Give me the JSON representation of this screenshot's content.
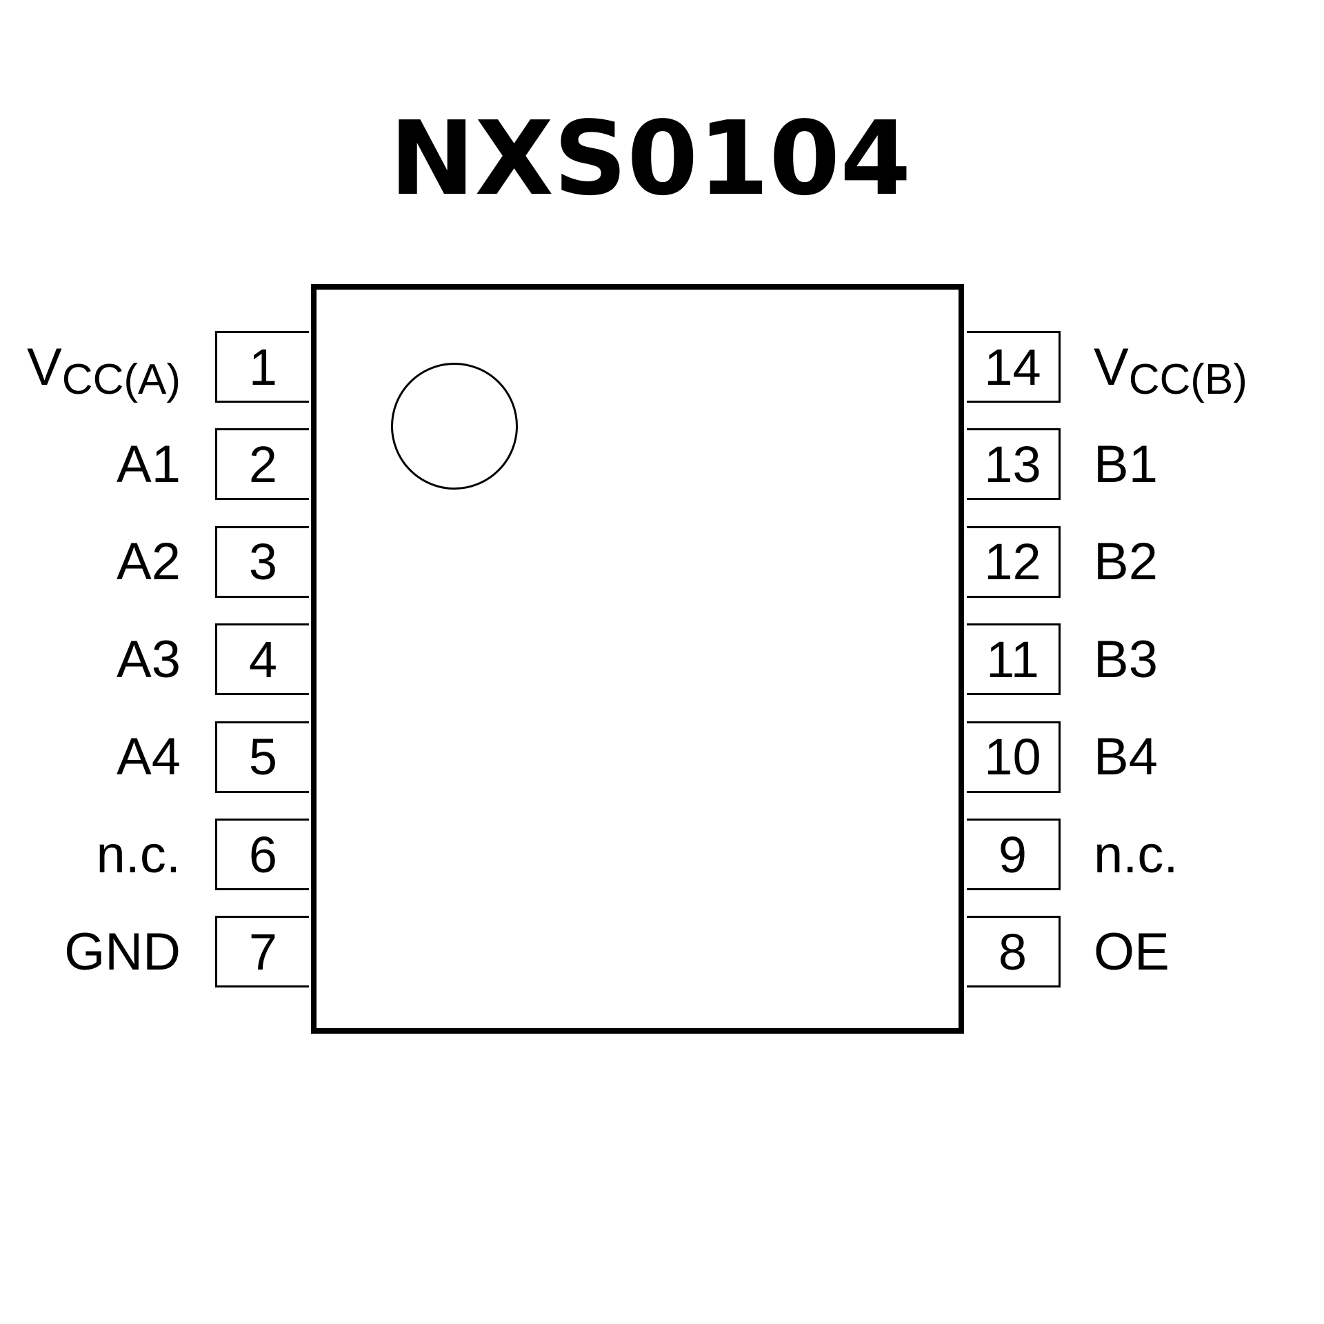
{
  "title": "NXS0104",
  "pins": [
    {
      "number": "1",
      "label": "V",
      "sub": "CC(A)",
      "side": "left"
    },
    {
      "number": "2",
      "label": "A1",
      "side": "left"
    },
    {
      "number": "3",
      "label": "A2",
      "side": "left"
    },
    {
      "number": "4",
      "label": "A3",
      "side": "left"
    },
    {
      "number": "5",
      "label": "A4",
      "side": "left"
    },
    {
      "number": "6",
      "label": "n.c.",
      "side": "left"
    },
    {
      "number": "7",
      "label": "GND",
      "side": "left"
    },
    {
      "number": "14",
      "label": "V",
      "sub": "CC(B)",
      "side": "right"
    },
    {
      "number": "13",
      "label": "B1",
      "side": "right"
    },
    {
      "number": "12",
      "label": "B2",
      "side": "right"
    },
    {
      "number": "11",
      "label": "B3",
      "side": "right"
    },
    {
      "number": "10",
      "label": "B4",
      "side": "right"
    },
    {
      "number": "9",
      "label": "n.c.",
      "side": "right"
    },
    {
      "number": "8",
      "label": "OE",
      "side": "right"
    }
  ]
}
